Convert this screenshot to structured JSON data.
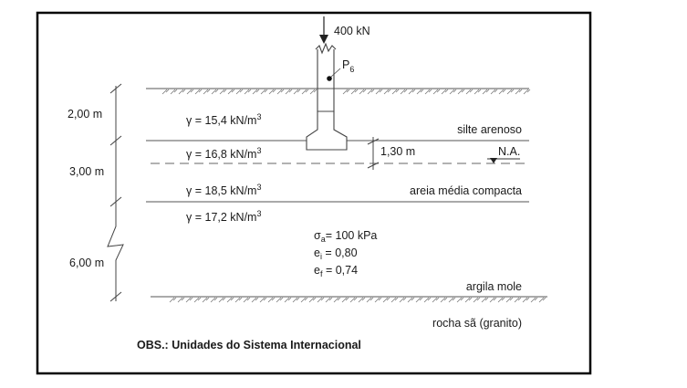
{
  "figure": {
    "load": {
      "value": "400 kN"
    },
    "column": {
      "name": "P",
      "index": "6"
    },
    "layers": [
      {
        "thickness": "2,00 m",
        "unit_weight": "15,4 kN/m",
        "exp": "3",
        "soil": "silte arenoso"
      },
      {
        "thickness": "3,00 m",
        "unit_weight": "16,8 kN/m",
        "exp": "3",
        "soil": ""
      },
      {
        "thickness": "",
        "unit_weight": "18,5 kN/m",
        "exp": "3",
        "soil": "areia média compacta"
      },
      {
        "thickness": "6,00 m",
        "unit_weight": "17,2 kN/m",
        "exp": "3",
        "soil": "argila mole"
      }
    ],
    "water_table": {
      "label": "N.A.",
      "depth": "1,30 m"
    },
    "gamma_symbol": "γ",
    "sigma_symbol": "σ",
    "clay_props": {
      "sigma": {
        "sub": "a",
        "value": "= 100 kPa"
      },
      "ei": {
        "var": "e",
        "sub": "i",
        "value": " = 0,80"
      },
      "ef": {
        "var": "e",
        "sub": "f",
        "value": " = 0,74"
      }
    },
    "bedrock": "rocha sã (granito)",
    "note": "OBS.: Unidades do Sistema Internacional"
  }
}
